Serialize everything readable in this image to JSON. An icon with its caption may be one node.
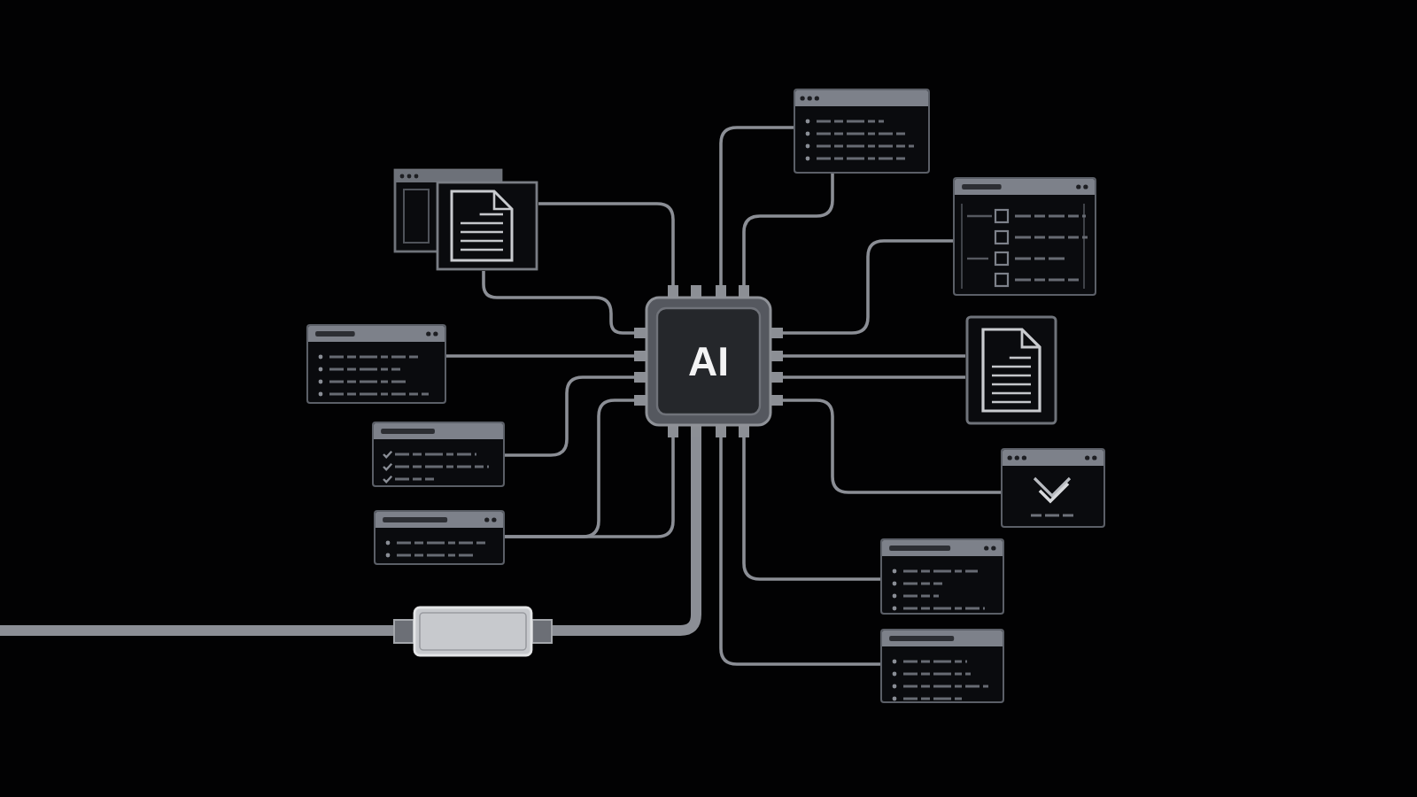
{
  "diagram": {
    "nodes": [
      {
        "text": [
          "AI"
        ]
      },
      {
        "text": [],
        "shape": "picture"
      },
      {
        "text": [],
        "shape": "box"
      },
      {
        "text": [],
        "shape": "box"
      },
      {
        "text": [],
        "shape": "box"
      },
      {
        "text": [],
        "shape": "box"
      },
      {
        "text": [],
        "shape": "box"
      },
      {
        "text": [],
        "shape": "box"
      },
      {
        "text": [],
        "shape": "picture"
      },
      {
        "text": [],
        "shape": "box"
      },
      {
        "text": [],
        "shape": "box"
      },
      {
        "text": [],
        "shape": "box"
      }
    ],
    "edges": [
      {
        "from": 1,
        "to": 0,
        "arrow": "none"
      },
      {
        "from": 1,
        "to": 0,
        "arrow": "none"
      },
      {
        "from": 2,
        "to": 0,
        "arrow": "none"
      },
      {
        "from": 3,
        "to": 0,
        "arrow": "none"
      },
      {
        "from": 4,
        "to": 0,
        "arrow": "none"
      },
      {
        "from": 4,
        "to": 0,
        "arrow": "none"
      },
      {
        "from": null,
        "to": 5,
        "arrow": "none",
        "style": "thick"
      },
      {
        "from": 5,
        "to": 0,
        "arrow": "none",
        "style": "thick"
      },
      {
        "from": 6,
        "to": 0,
        "arrow": "none"
      },
      {
        "from": 6,
        "to": 0,
        "arrow": "none"
      },
      {
        "from": 7,
        "to": 0,
        "arrow": "none"
      },
      {
        "from": 8,
        "to": 0,
        "arrow": "none"
      },
      {
        "from": 8,
        "to": 0,
        "arrow": "none"
      },
      {
        "from": 9,
        "to": 0,
        "arrow": "none"
      },
      {
        "from": 10,
        "to": 0,
        "arrow": "none"
      },
      {
        "from": 11,
        "to": 0,
        "arrow": "none"
      }
    ]
  }
}
